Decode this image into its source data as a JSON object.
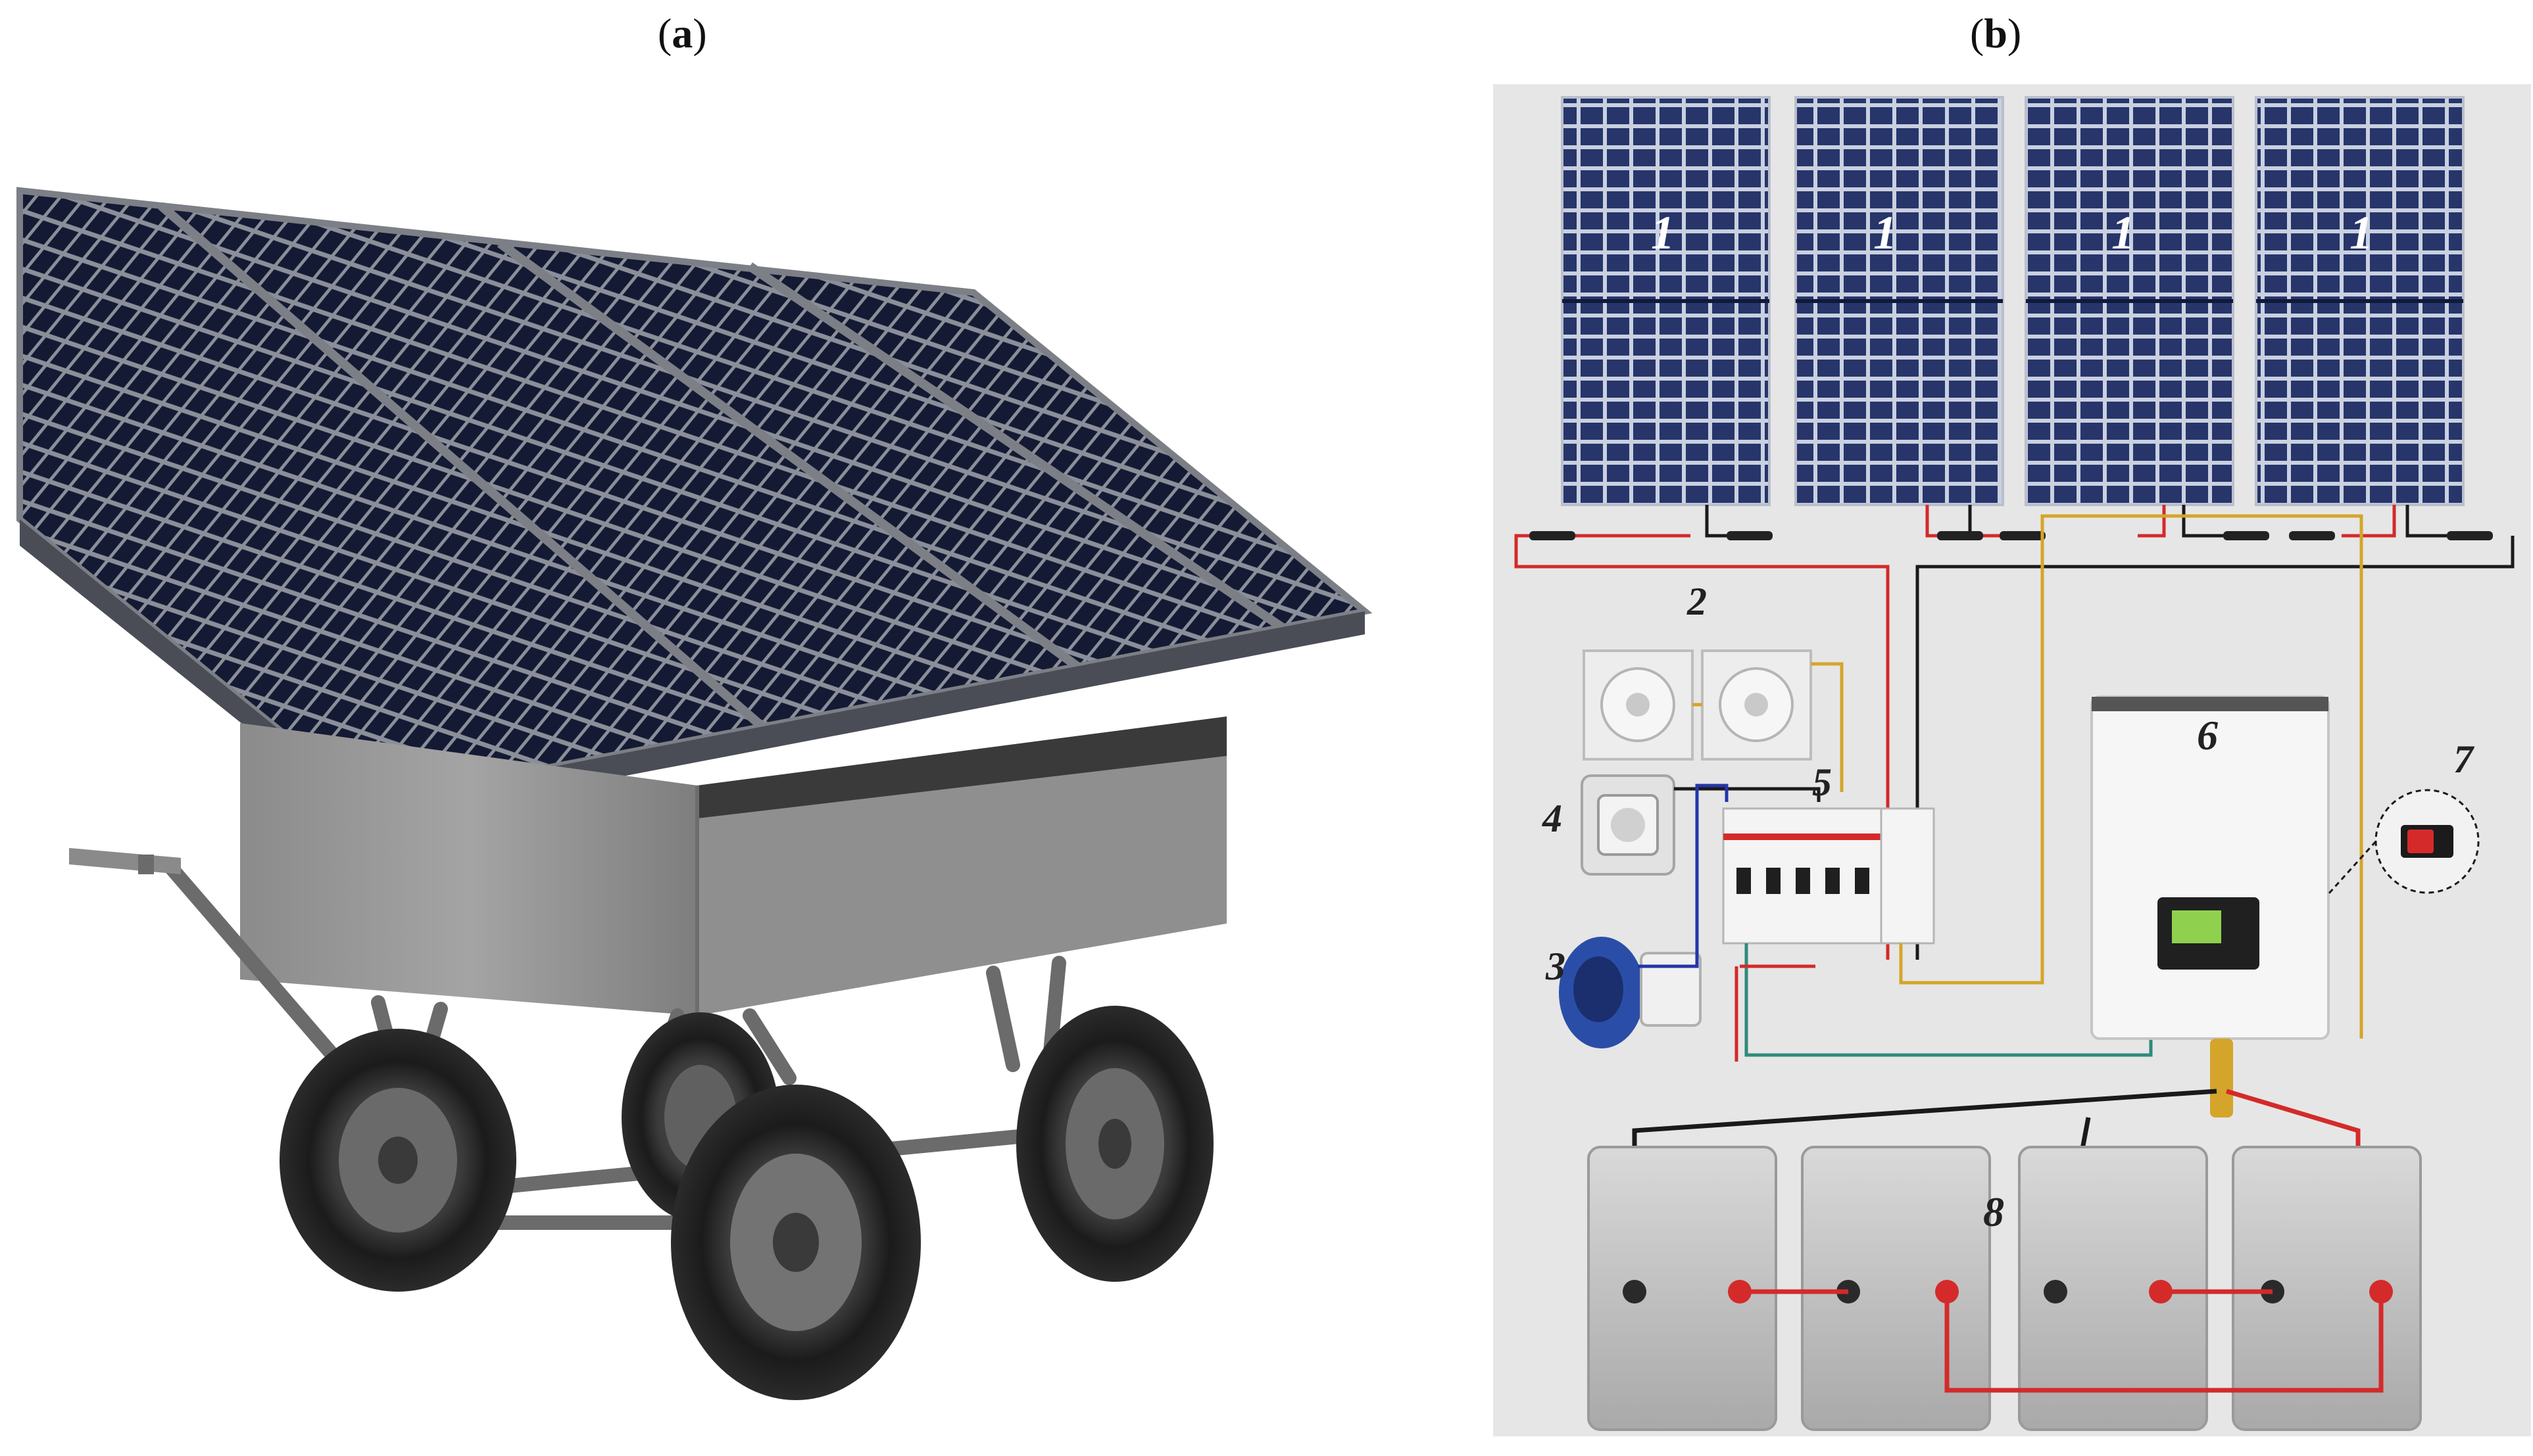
{
  "panels": {
    "a": {
      "open": "(",
      "letter": "a",
      "close": ")"
    },
    "b": {
      "open": "(",
      "letter": "b",
      "close": ")"
    }
  },
  "callouts": {
    "pv_panel": "1",
    "fans": "2",
    "power_plug": "3",
    "socket": "4",
    "breakers": "5",
    "inverter": "6",
    "switch": "7",
    "batteries": "8"
  },
  "colors": {
    "panel_blue": "#25325f",
    "diagram_bg": "#e6e6e6",
    "wire_red": "#d42a2a",
    "wire_black": "#1a1a1a",
    "wire_yellow": "#d4a52a",
    "wire_blue": "#2436a8",
    "wire_teal": "#2f8a7a"
  }
}
